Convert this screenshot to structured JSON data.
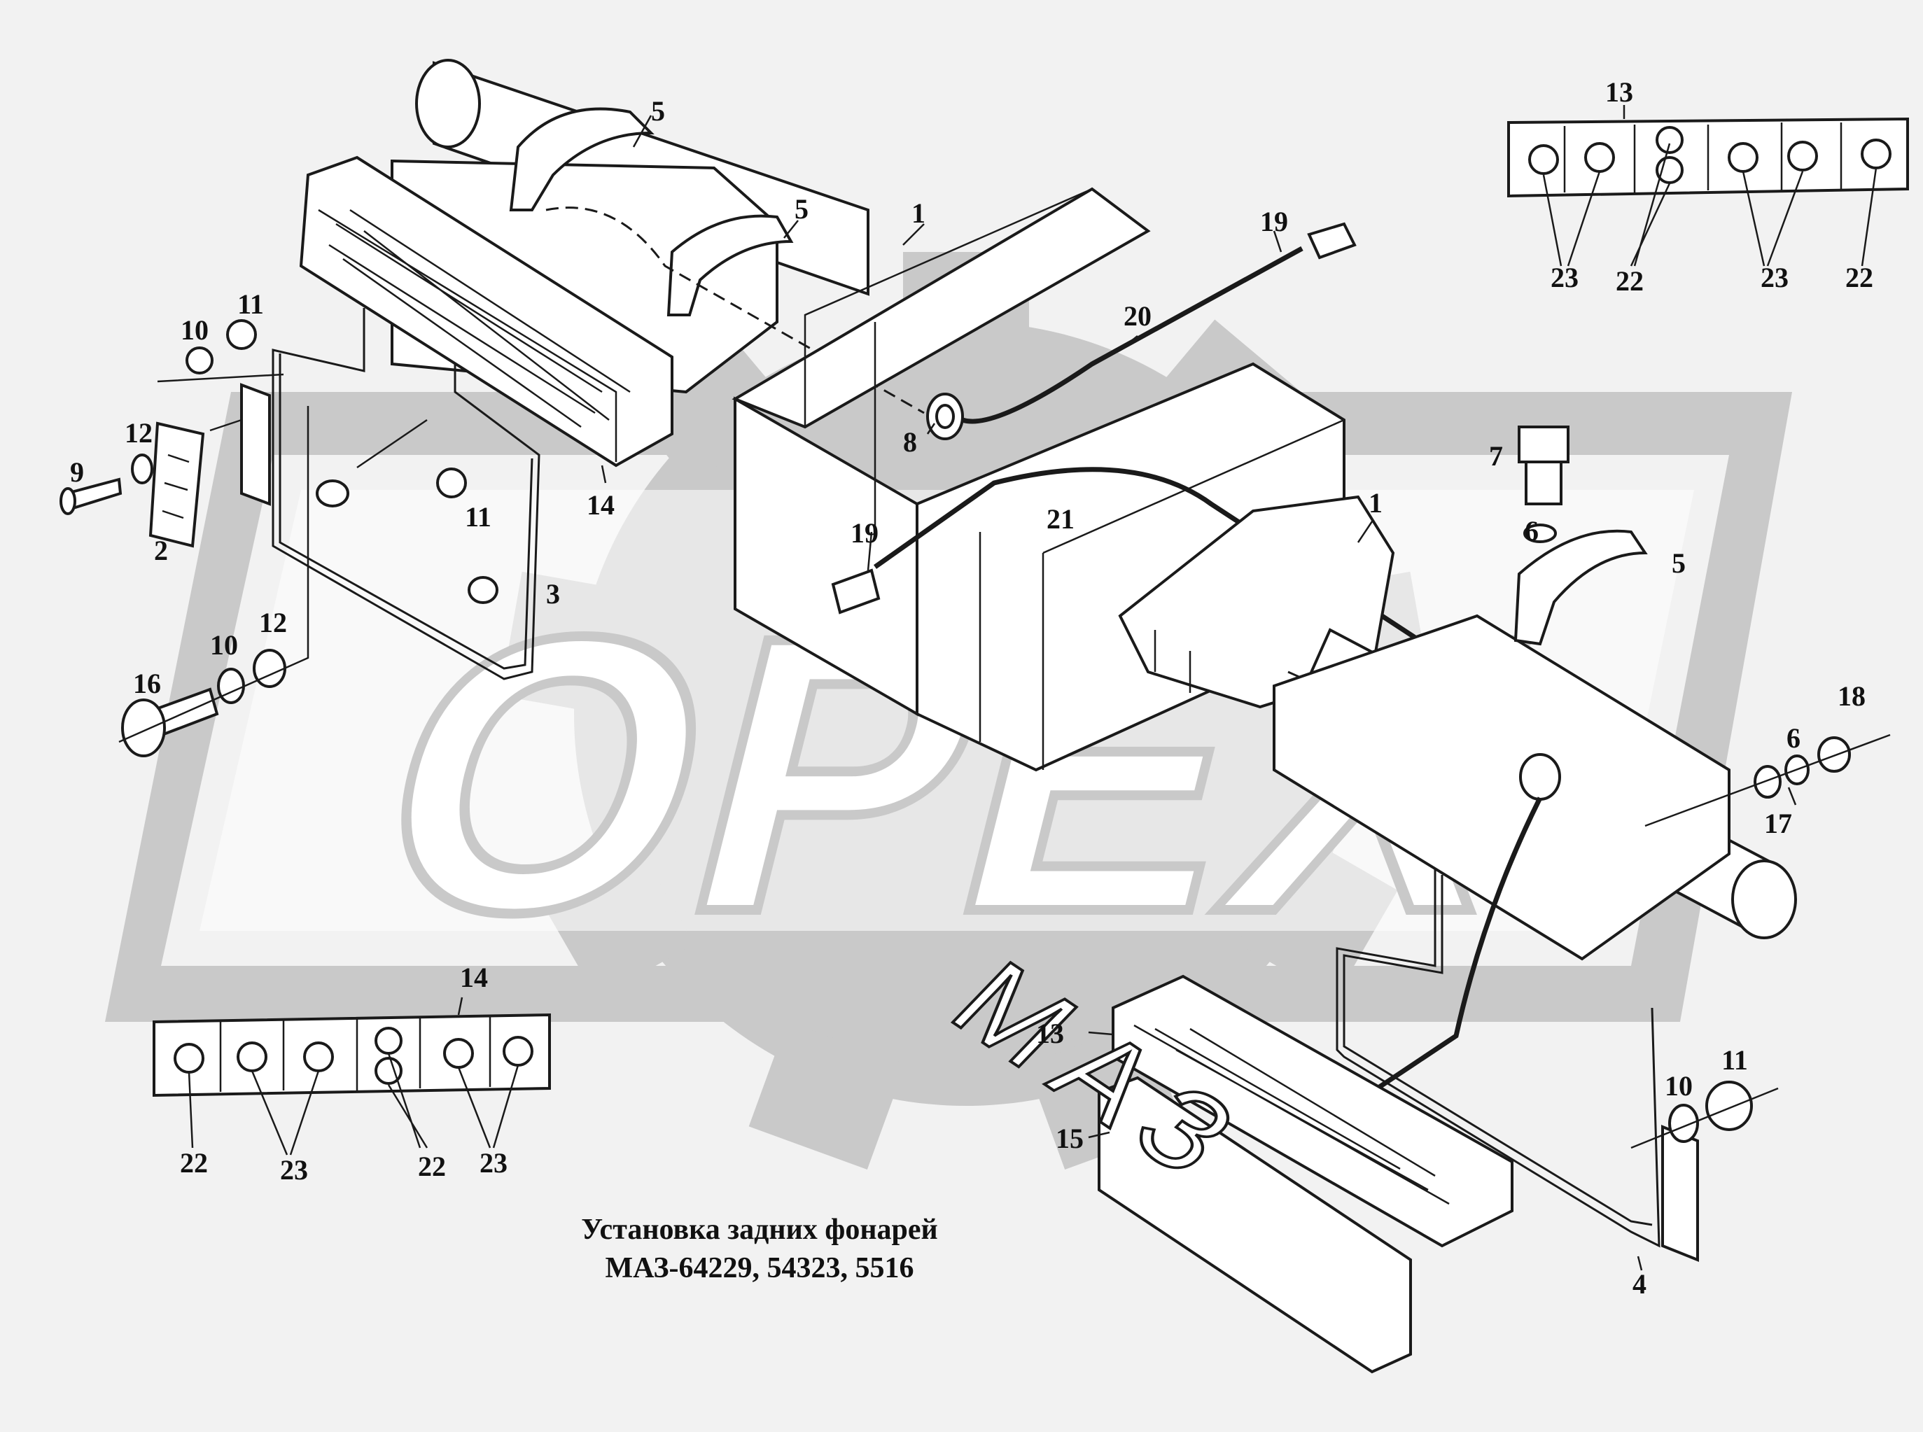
{
  "caption": {
    "line1": "Установка задних фонарей",
    "line2": "МАЗ-64229, 54323, 5516"
  },
  "watermark": "OPEX",
  "plate_text": "МАЗ",
  "callouts": [
    {
      "id": "c5a",
      "text": "5"
    },
    {
      "id": "c5b",
      "text": "5"
    },
    {
      "id": "c1a",
      "text": "1"
    },
    {
      "id": "c19a",
      "text": "19"
    },
    {
      "id": "c20",
      "text": "20"
    },
    {
      "id": "c10a",
      "text": "10"
    },
    {
      "id": "c11a",
      "text": "11"
    },
    {
      "id": "c12a",
      "text": "12"
    },
    {
      "id": "c9",
      "text": "9"
    },
    {
      "id": "c2",
      "text": "2"
    },
    {
      "id": "c14a",
      "text": "14"
    },
    {
      "id": "c11b",
      "text": "11"
    },
    {
      "id": "c8",
      "text": "8"
    },
    {
      "id": "c7",
      "text": "7"
    },
    {
      "id": "c6a",
      "text": "6"
    },
    {
      "id": "c5c",
      "text": "5"
    },
    {
      "id": "c1b",
      "text": "1"
    },
    {
      "id": "c21",
      "text": "21"
    },
    {
      "id": "c19b",
      "text": "19"
    },
    {
      "id": "c3",
      "text": "3"
    },
    {
      "id": "c12b",
      "text": "12"
    },
    {
      "id": "c10b",
      "text": "10"
    },
    {
      "id": "c16",
      "text": "16"
    },
    {
      "id": "c18",
      "text": "18"
    },
    {
      "id": "c6b",
      "text": "6"
    },
    {
      "id": "c17",
      "text": "17"
    },
    {
      "id": "c14b",
      "text": "14"
    },
    {
      "id": "c13b",
      "text": "13"
    },
    {
      "id": "c15",
      "text": "15"
    },
    {
      "id": "c11c",
      "text": "11"
    },
    {
      "id": "c10c",
      "text": "10"
    },
    {
      "id": "c4",
      "text": "4"
    }
  ],
  "inset_top_right": {
    "title": "13",
    "labels": [
      "23",
      "22",
      "23",
      "22"
    ]
  },
  "inset_bottom_left": {
    "title": "14",
    "labels": [
      "22",
      "23",
      "22",
      "23"
    ]
  },
  "colors": {
    "watermark": "#c9c9c9",
    "background": "#f2f2f2",
    "line": "#1a1a1a"
  }
}
